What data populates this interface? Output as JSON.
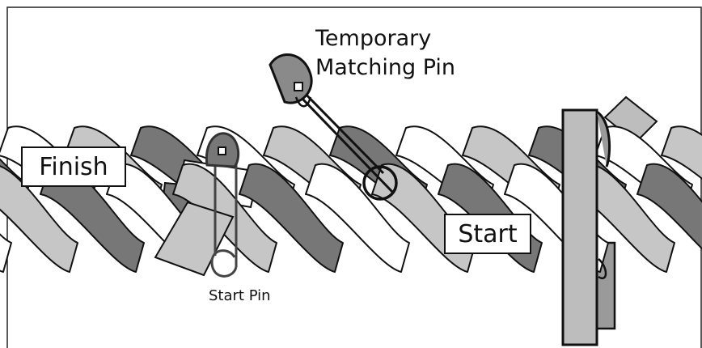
{
  "labels": {
    "temporary_line1": "Temporary",
    "temporary_line2": "Matching Pin",
    "finish": "Finish",
    "start": "Start",
    "start_pin": "Start Pin"
  },
  "colors": {
    "white_strand": "#ffffff",
    "light_strand": "#c6c6c6",
    "dark_strand": "#777777",
    "outline": "#111111",
    "pin_head_fill": "#8a8a8a",
    "start_pin_stroke": "#444444",
    "background": "#ffffff"
  }
}
